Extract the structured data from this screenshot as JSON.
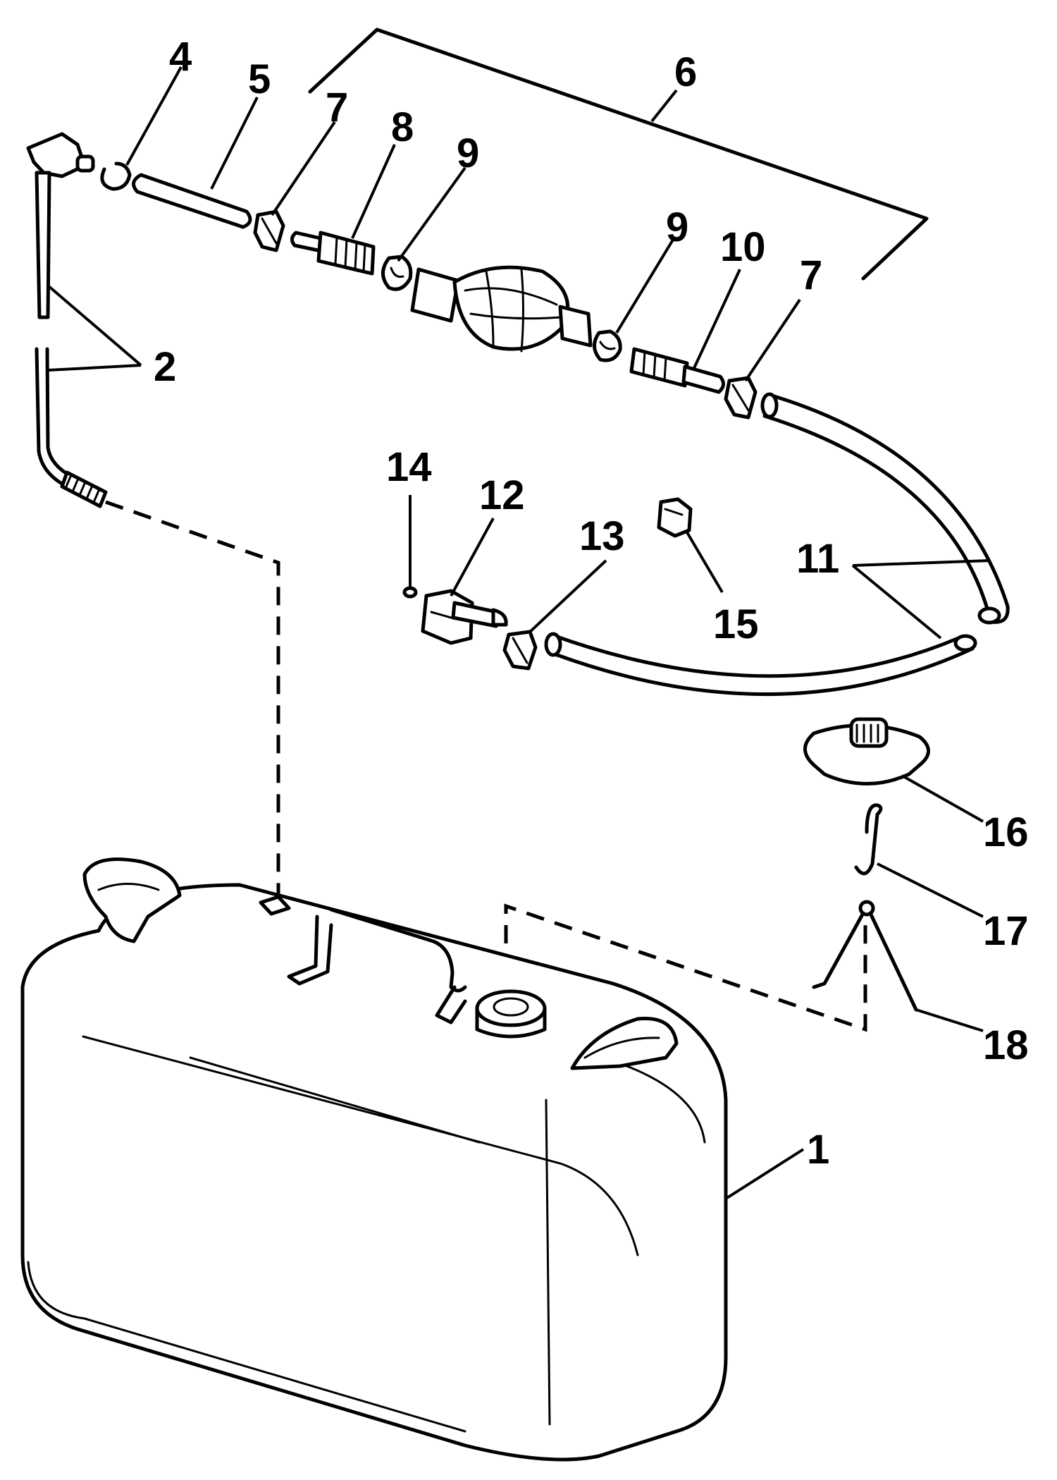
{
  "callouts": {
    "c1": "1",
    "c2": "2",
    "c4": "4",
    "c5": "5",
    "c6": "6",
    "c7a": "7",
    "c7b": "7",
    "c8": "8",
    "c9a": "9",
    "c9b": "9",
    "c10": "10",
    "c11": "11",
    "c12": "12",
    "c13": "13",
    "c14": "14",
    "c15": "15",
    "c16": "16",
    "c17": "17",
    "c18": "18"
  }
}
